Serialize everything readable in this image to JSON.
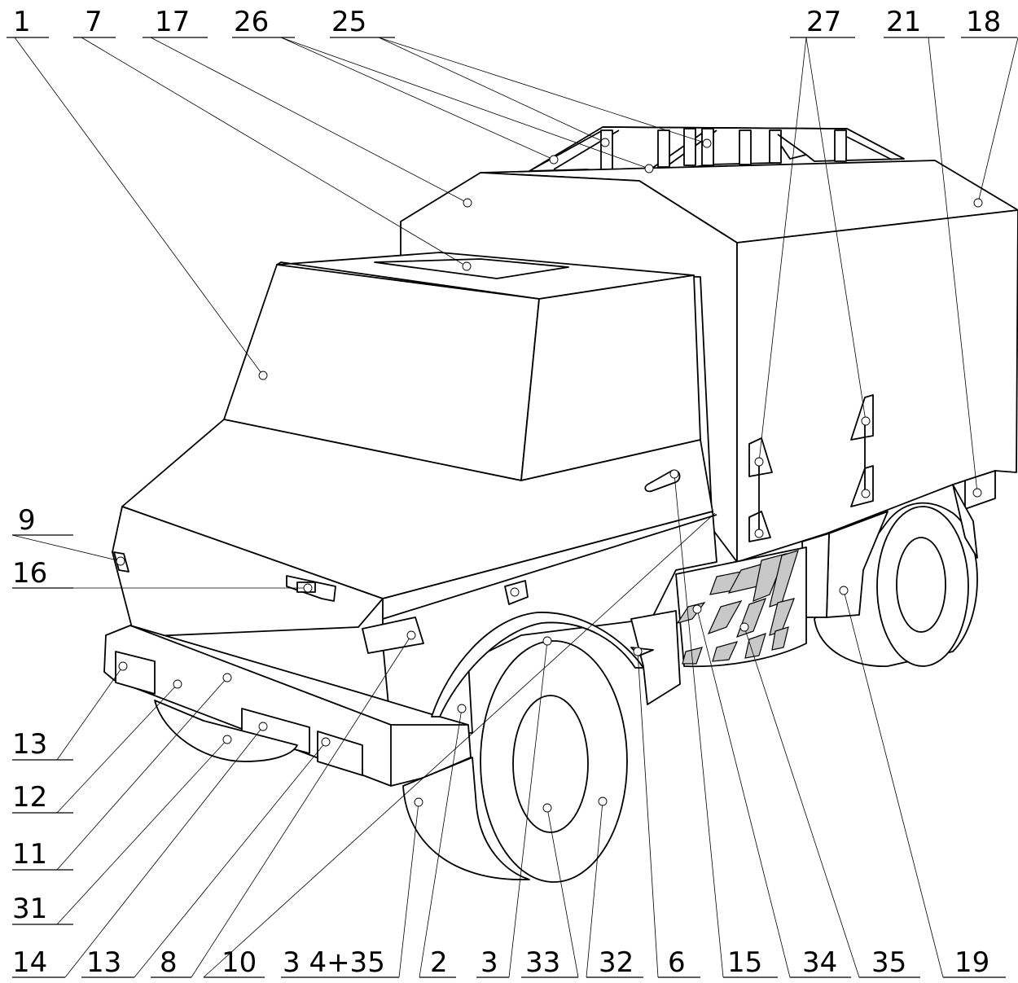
{
  "labels": {
    "top": [
      "1",
      "7",
      "17",
      "26",
      "25",
      "27",
      "21",
      "18"
    ],
    "left": [
      "9",
      "16",
      "13",
      "12",
      "11",
      "31"
    ],
    "bottom": [
      "14",
      "13",
      "8",
      "10",
      "3 4+35",
      "2",
      "3",
      "33",
      "32",
      "6",
      "15",
      "34",
      "35",
      "19"
    ]
  },
  "colors": {
    "ink": "#000000",
    "paper": "#ffffff",
    "tread": "#c8c8c8"
  }
}
